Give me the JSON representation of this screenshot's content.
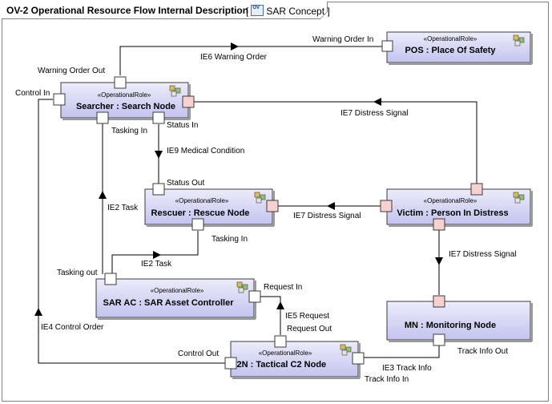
{
  "diagram": {
    "title": "OV-2 Operational Resource Flow Internal Description",
    "ref_open": "[",
    "ref_label": "SAR Concept",
    "ref_close": "]",
    "ref_icon": "diagram-icon"
  },
  "nodes": {
    "pos": {
      "stereotype": "«OperationalRole»",
      "name": "POS : Place Of Safety"
    },
    "searcher": {
      "stereotype": "«OperationalRole»",
      "name": "Searcher : Search Node"
    },
    "rescuer": {
      "stereotype": "«OperationalRole»",
      "name": "Rescuer : Rescue Node"
    },
    "victim": {
      "stereotype": "«OperationalRole»",
      "name": "Victim : Person In Distress"
    },
    "sarac": {
      "stereotype": "«OperationalRole»",
      "name": "SAR AC : SAR Asset Controller"
    },
    "mn": {
      "stereotype": "",
      "name": "MN : Monitoring Node"
    },
    "tc2n": {
      "stereotype": "«OperationalRole»",
      "name": "TC2N : Tactical C2 Node"
    }
  },
  "ports": {
    "warning_order_in": "Warning Order In",
    "warning_order_out": "Warning Order Out",
    "control_in": "Control In",
    "tasking_in_searcher": "Tasking In",
    "status_in": "Status In",
    "status_out": "Status Out",
    "tasking_in_rescuer": "Tasking In",
    "tasking_out": "Tasking out",
    "request_in": "Request In",
    "request_out": "Request Out",
    "control_out": "Control Out",
    "track_info_out": "Track Info Out",
    "track_info_in": "Track Info In"
  },
  "flows": {
    "ie6": "IE6 Warning Order",
    "ie7_top": "IE7 Distress Signal",
    "ie9": "IE9 Medical Condition",
    "ie2_vertical": "IE2 Task",
    "ie7_mid": "IE7 Distress Signal",
    "ie2_horizontal": "IE2 Task",
    "ie7_right": "IE7 Distress Signal",
    "ie4": "IE4 Control Order",
    "ie5": "IE5 Request",
    "ie3": "IE3 Track Info"
  },
  "colors": {
    "node_fill_top": "#ececfb",
    "node_fill_bottom": "#c3c3ef",
    "node_border": "#3b3b3b",
    "port_fill": "#ffffff",
    "port_red_fill": "#f7d0d0",
    "line": "#000000"
  }
}
